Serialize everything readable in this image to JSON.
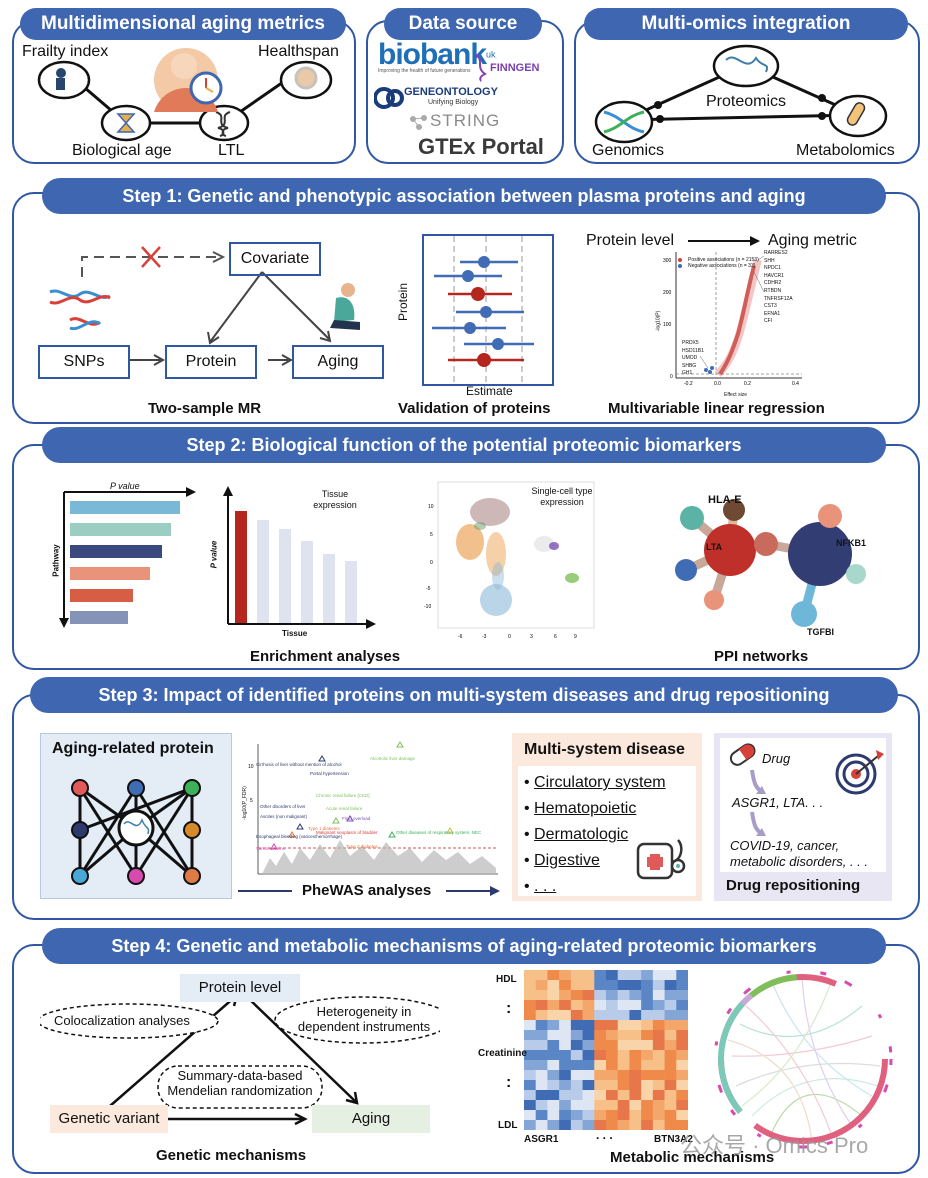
{
  "top": {
    "metrics": {
      "title": "Multidimensional aging metrics",
      "frailty": "Frailty index",
      "healthspan": "Healthspan",
      "bio_age": "Biological age",
      "ltl": "LTL"
    },
    "source": {
      "title": "Data source",
      "biobank": "biobank",
      "biobank_sup": "uk",
      "biobank_tag": "Improving the health of future generations",
      "finngen": "FINNGEN",
      "geneontology": "GENEONTOLOGY",
      "geneontology_tag": "Unifying Biology",
      "string": "STRING",
      "gtex": "GTEx Portal"
    },
    "omics": {
      "title": "Multi-omics integration",
      "proteomics": "Proteomics",
      "genomics": "Genomics",
      "metabolomics": "Metabolomics"
    }
  },
  "step1": {
    "title": "Step 1: Genetic and phenotypic association between plasma proteins and aging",
    "covariate": "Covariate",
    "snps": "SNPs",
    "protein": "Protein",
    "aging": "Aging",
    "mr_caption": "Two-sample MR",
    "forest_ylabel": "Protein",
    "forest_xlabel": "Estimate",
    "validation_caption": "Validation of proteins",
    "protein_level": "Protein level",
    "aging_metric": "Aging metric",
    "volcano_legend_pos": "Positive associations (n = 2153)",
    "volcano_legend_neg": "Negative associations (n = 33)",
    "volcano_ylabel": "-log10(P)",
    "volcano_xlabel": "Effect size",
    "volcano_pos_genes": [
      "RARRES2",
      "SHH",
      "NPDC1",
      "HAVCR1",
      "CDHR2",
      "RTBDN",
      "TNFRSF12A",
      "CST3",
      "EFNA1",
      "CFI"
    ],
    "volcano_neg_genes": [
      "PRDX5",
      "HSD11B1",
      "UMOD",
      "SHBG",
      "GH1"
    ],
    "regression_caption": "Multivariable linear regression"
  },
  "step2": {
    "title": "Step 2: Biological function of the potential proteomic biomarkers",
    "pvalue_axis": "P value",
    "pathway_axis": "Pathway",
    "tissue_expression": "Tissue expression",
    "tissue_axis": "Tissue",
    "pvalue_yaxis": "P value",
    "singlecell_title": "Single-cell type expression",
    "enrichment_caption": "Enrichment analyses",
    "ppi_caption": "PPI networks",
    "ppi_nodes": {
      "hla": "HLA-E",
      "lta": "LTA",
      "nfkb1": "NFKB1",
      "tgfbi": "TGFBI"
    }
  },
  "step3": {
    "title": "Step 3: Impact of identified proteins on multi-system diseases and drug repositioning",
    "aging_protein": "Aging-related protein",
    "phewas_caption": "PheWAS analyses",
    "phewas_ylabel": "-log10(P_FDR)",
    "phewas_labels": [
      "Cirrhosis of liver without mention of alcohol",
      "Portal hypertension",
      "Alcoholic liver damage",
      "Chronic renal failure [CKD]",
      "Other disorders of liver",
      "Acute renal failure",
      "Ascites (non malignant)",
      "Fluid overload",
      "Type 1 diabetes",
      "Esophageal bleeding (varices/hemorrhage)",
      "Malignant neoplasm of bladder",
      "Other diseases of respiratory system, NEC",
      "Varicose veins",
      "Type 2 diabetes"
    ],
    "disease_title": "Multi-system disease",
    "diseases": [
      "Circulatory system",
      "Hematopoietic",
      "Dermatologic",
      "Digestive",
      ". . ."
    ],
    "drug_label": "Drug",
    "drug_proteins": "ASGR1, LTA. . .",
    "drug_diseases_1": "COVID-19, cancer,",
    "drug_diseases_2": "metabolic disorders, . . .",
    "drug_caption": "Drug repositioning"
  },
  "step4": {
    "title": "Step 4: Genetic and metabolic mechanisms of aging-related proteomic biomarkers",
    "protein_level": "Protein level",
    "coloc": "Colocalization analyses",
    "heterogeneity_1": "Heterogeneity in",
    "heterogeneity_2": "dependent instruments",
    "smr_1": "Summary-data-based",
    "smr_2": "Mendelian randomization",
    "genetic_variant": "Genetic variant",
    "aging": "Aging",
    "genetic_caption": "Genetic mechanisms",
    "hdl": "HDL",
    "creatinine": "Creatinine",
    "ldl": "LDL",
    "asgr1": "ASGR1",
    "btn3a2": "BTN3A2",
    "dots": ". . .",
    "vdots": ":",
    "metabolic_caption": "Metabolic mechanisms",
    "watermark": "公众号 · Omics Pro"
  },
  "colors": {
    "frame": "#2f57a3",
    "pill": "#3f66b0",
    "red": "#b5261f",
    "blue": "#3f6cb5"
  }
}
